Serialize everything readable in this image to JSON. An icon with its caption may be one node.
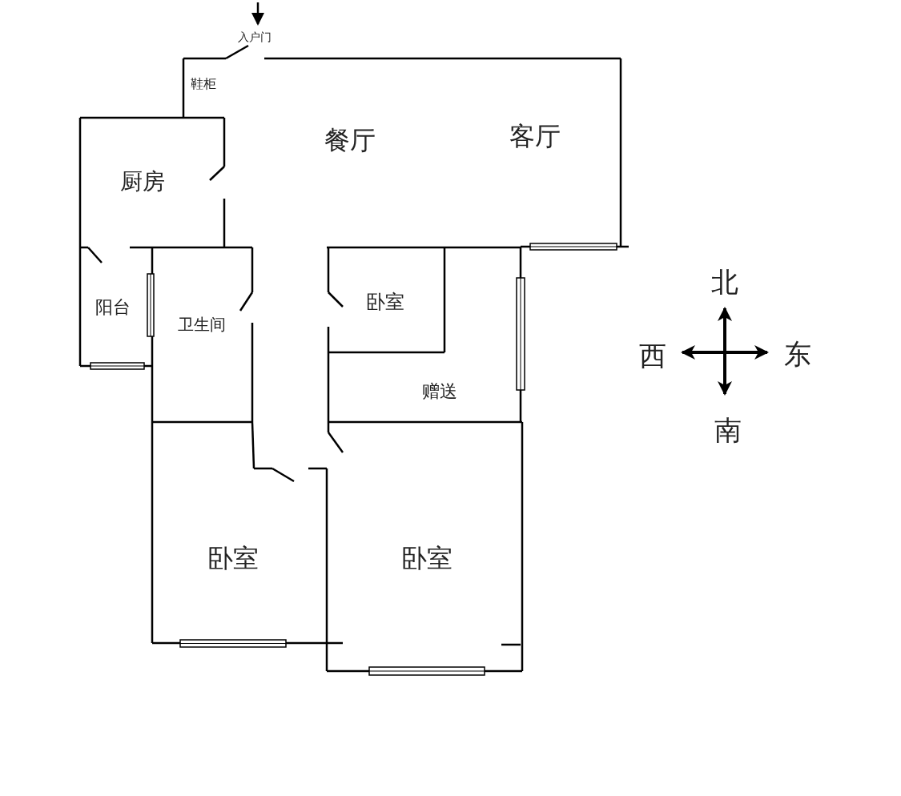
{
  "diagram": {
    "labels": [
      "入户门",
      "鞋柜",
      "餐厅",
      "客厅",
      "厨房",
      "北",
      "阳台",
      "卧室",
      "卫生间",
      "西",
      "东",
      "赠送",
      "南",
      "卧室",
      "卧室"
    ]
  }
}
